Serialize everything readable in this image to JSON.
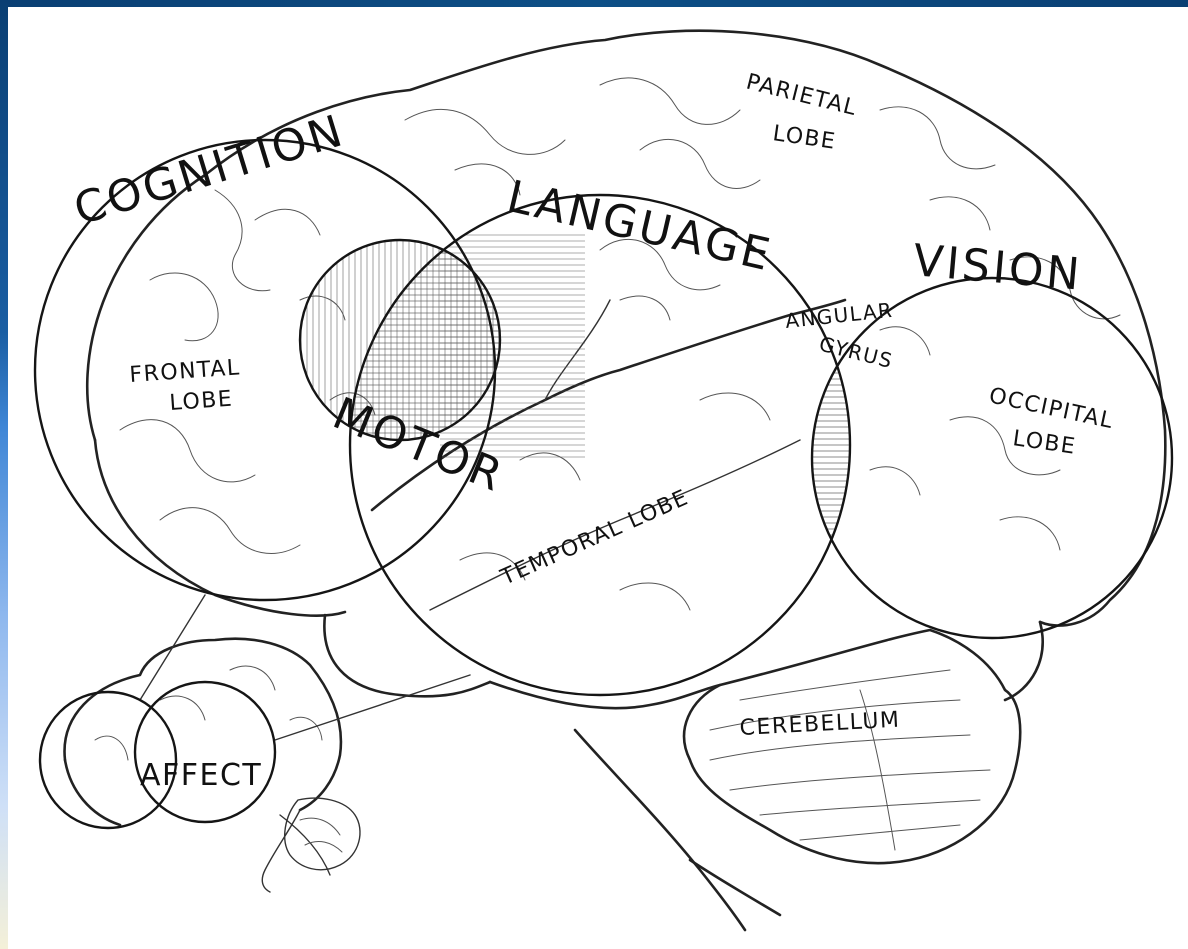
{
  "labels": {
    "cognition": "COGNITION",
    "language": "LANGUAGE",
    "vision": "VISION",
    "motor": "MOTOR",
    "affect": "AFFECT",
    "frontal_lobe_1": "FRONTAL",
    "frontal_lobe_2": "LOBE",
    "parietal_lobe_1": "PARIETAL",
    "parietal_lobe_2": "LOBE",
    "occipital_lobe_1": "OCCIPITAL",
    "occipital_lobe_2": "LOBE",
    "temporal_lobe": "TEMPORAL LOBE",
    "angular_gyrus_1": "ANGULAR",
    "angular_gyrus_2": "GYRUS",
    "cerebellum": "CEREBELLUM"
  },
  "colors": {
    "ink": "#222222",
    "frame": "#0d4f86"
  }
}
